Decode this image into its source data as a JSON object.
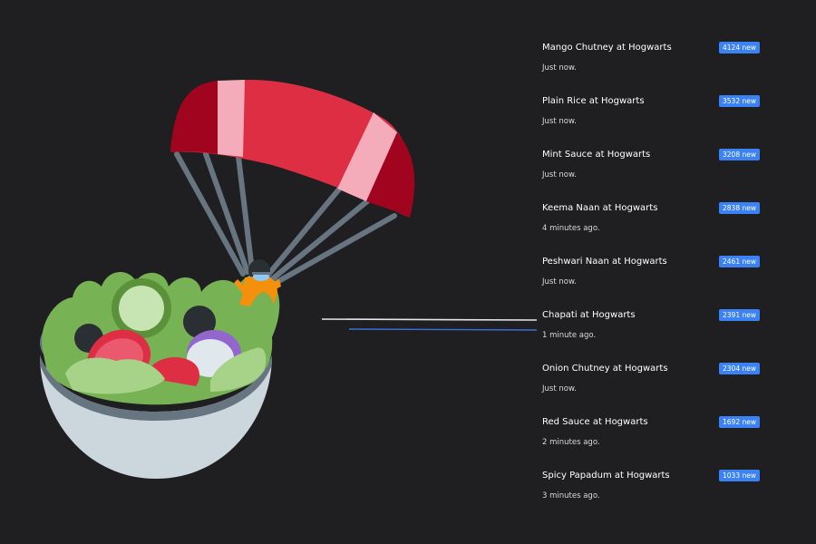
{
  "colors": {
    "background": "#1f1f21",
    "badge": "#3b82f6",
    "title_text": "#ffffff",
    "time_text": "#d9d9d9"
  },
  "illustration": {
    "icon": "salad-bowl-with-parachute-icon"
  },
  "feed": {
    "items": [
      {
        "title": "Mango Chutney at Hogwarts",
        "badge": "4124 new",
        "time": "Just now."
      },
      {
        "title": "Plain Rice at Hogwarts",
        "badge": "3532 new",
        "time": "Just now."
      },
      {
        "title": "Mint Sauce at Hogwarts",
        "badge": "3208 new",
        "time": "Just now."
      },
      {
        "title": "Keema Naan at Hogwarts",
        "badge": "2838 new",
        "time": "4 minutes ago."
      },
      {
        "title": "Peshwari Naan at Hogwarts",
        "badge": "2461 new",
        "time": "Just now."
      },
      {
        "title": "Chapati at Hogwarts",
        "badge": "2391 new",
        "time": "1 minute ago."
      },
      {
        "title": "Onion Chutney at Hogwarts",
        "badge": "2304 new",
        "time": "Just now."
      },
      {
        "title": "Red Sauce at Hogwarts",
        "badge": "1692 new",
        "time": "2 minutes ago."
      },
      {
        "title": "Spicy Papadum at Hogwarts",
        "badge": "1033 new",
        "time": "3 minutes ago."
      }
    ]
  }
}
